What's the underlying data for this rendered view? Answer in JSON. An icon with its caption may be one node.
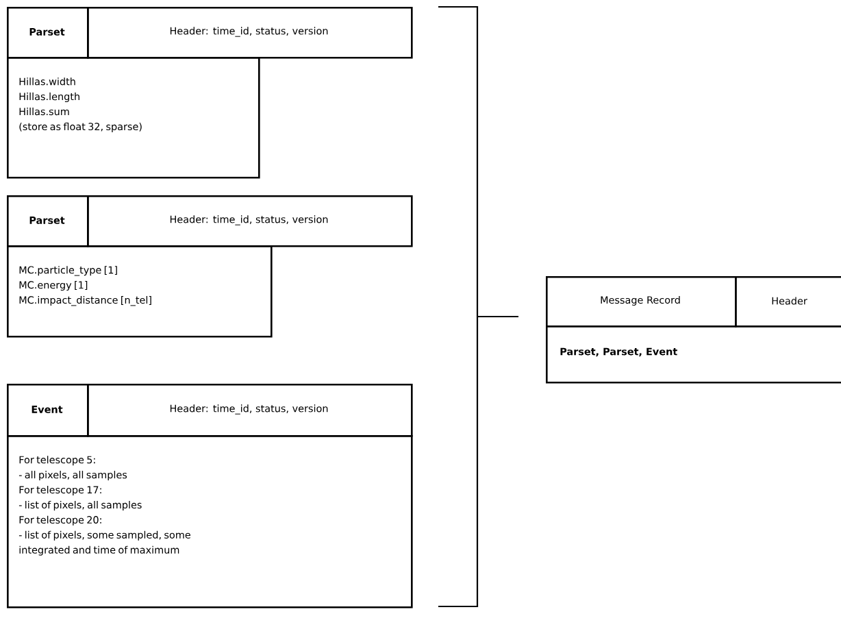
{
  "diagram": {
    "nodes": [
      {
        "text": [
          "Parset"
        ]
      },
      {
        "text": [
          "Header: time_id, status, version"
        ]
      },
      {
        "text": [
          "Hillas.width",
          "Hillas.length",
          "Hillas.sum",
          "(store as float 32, sparse)"
        ]
      },
      {
        "text": [
          "Parset"
        ]
      },
      {
        "text": [
          "Header: time_id, status, version"
        ]
      },
      {
        "text": [
          "MC.particle_type [1]",
          "MC.energy [1]",
          "MC.impact_distance [n_tel]"
        ]
      },
      {
        "text": [
          "Event"
        ]
      },
      {
        "text": [
          "Header: time_id, status, version"
        ]
      },
      {
        "text": [
          "For telescope 5:",
          "- all pixels, all samples",
          "For telescope 17:",
          "- list of pixels, all samples",
          "For telescope 20:",
          "- list of pixels, some sampled, some integrated and time of maximum"
        ]
      },
      {
        "text": [
          "Message Record"
        ]
      },
      {
        "text": [
          "Header"
        ]
      },
      {
        "text": [
          "Parset, Parset, Event"
        ]
      }
    ]
  }
}
